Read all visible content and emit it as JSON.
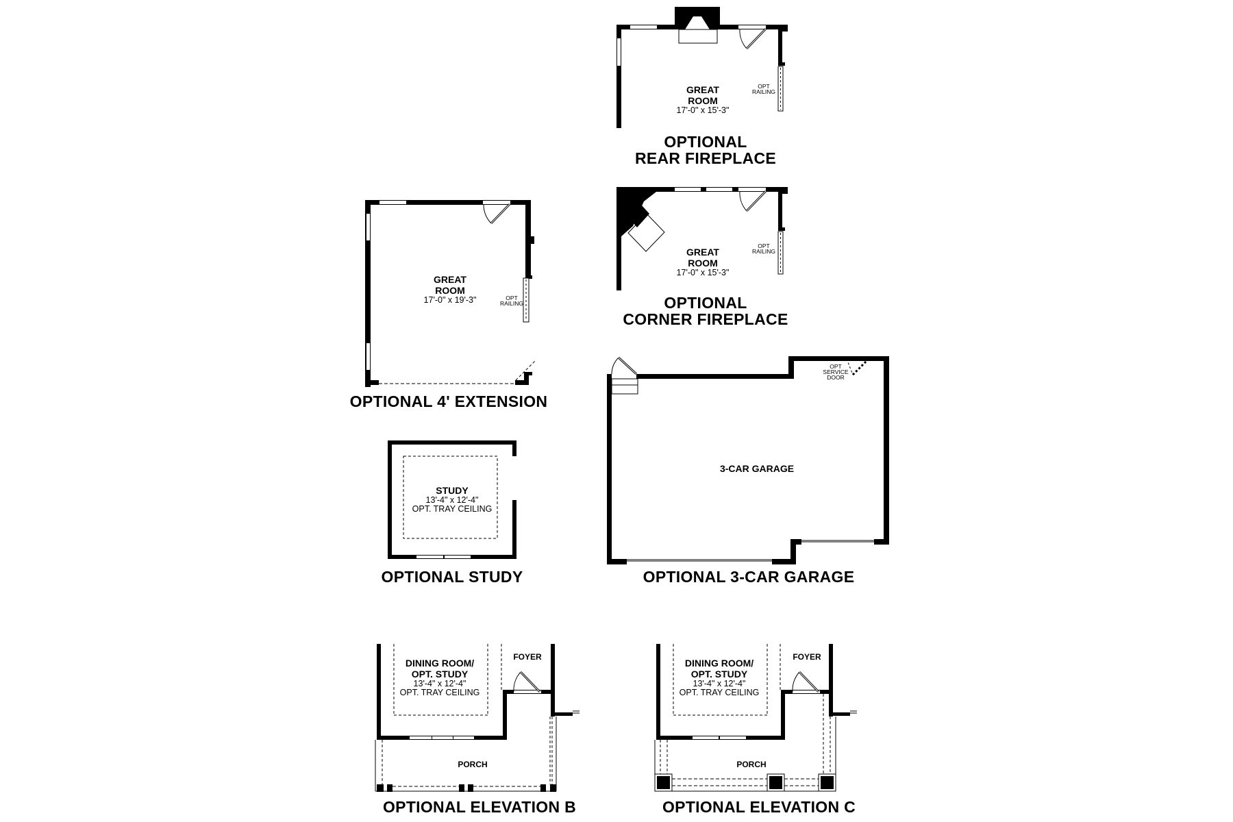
{
  "colors": {
    "wall": "#000000",
    "background": "#ffffff",
    "line": "#000000"
  },
  "plans": {
    "rear_fireplace": {
      "title_line1": "OPTIONAL",
      "title_line2": "REAR FIREPLACE",
      "room_name_1": "GREAT",
      "room_name_2": "ROOM",
      "room_dim": "17'-0\" x 15'-3\"",
      "note_1": "OPT",
      "note_2": "RAILING"
    },
    "corner_fireplace": {
      "title_line1": "OPTIONAL",
      "title_line2": "CORNER FIREPLACE",
      "room_name_1": "GREAT",
      "room_name_2": "ROOM",
      "room_dim": "17'-0\" x 15'-3\"",
      "note_1": "OPT",
      "note_2": "RAILING"
    },
    "extension": {
      "title": "OPTIONAL 4' EXTENSION",
      "room_name_1": "GREAT",
      "room_name_2": "ROOM",
      "room_dim": "17'-0\" x 19'-3\"",
      "note_1": "OPT",
      "note_2": "RAILING"
    },
    "garage": {
      "title": "OPTIONAL 3-CAR GARAGE",
      "room_name": "3-CAR GARAGE",
      "note_1": "OPT",
      "note_2": "SERVICE",
      "note_3": "DOOR"
    },
    "study": {
      "title": "OPTIONAL STUDY",
      "room_name": "STUDY",
      "room_dim": "13'-4\" x 12'-4\"",
      "room_note": "OPT. TRAY CEILING"
    },
    "elevation_b": {
      "title": "OPTIONAL ELEVATION B",
      "dining_name_1": "DINING ROOM/",
      "dining_name_2": "OPT. STUDY",
      "dining_dim": "13'-4\" x 12'-4\"",
      "dining_note": "OPT. TRAY CEILING",
      "foyer": "FOYER",
      "porch": "PORCH"
    },
    "elevation_c": {
      "title": "OPTIONAL ELEVATION C",
      "dining_name_1": "DINING ROOM/",
      "dining_name_2": "OPT. STUDY",
      "dining_dim": "13'-4\" x 12'-4\"",
      "dining_note": "OPT. TRAY CEILING",
      "foyer": "FOYER",
      "porch": "PORCH"
    }
  }
}
